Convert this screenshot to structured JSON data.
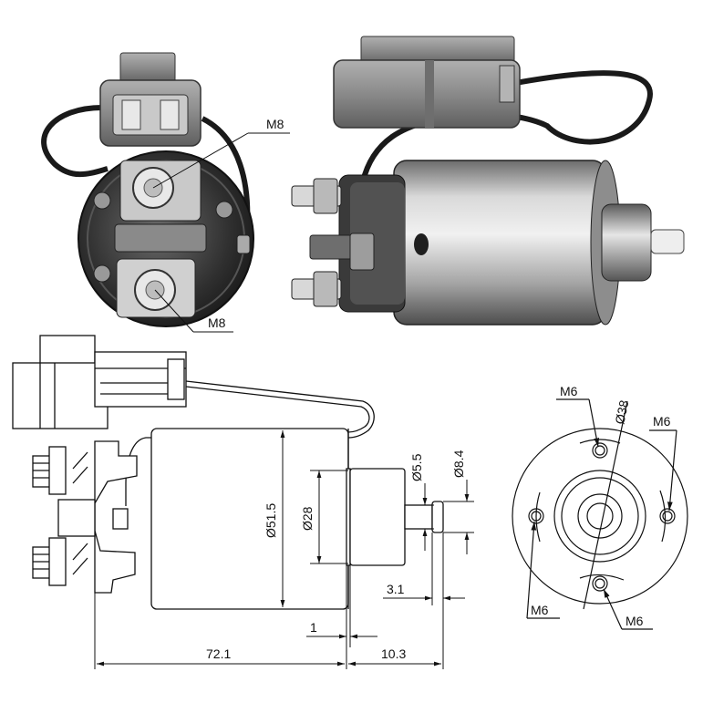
{
  "photo_top_left": {
    "label_top": "M8",
    "label_bottom": "M8"
  },
  "drawing_side": {
    "dia_body": "Ø51.5",
    "dia_bore": "Ø28",
    "dia_plunger": "Ø5.5",
    "dia_tip": "Ø8.4",
    "dim_tip_len": "3.1",
    "dim_flange": "1",
    "dim_length": "72.1",
    "dim_plunger_len": "10.3"
  },
  "drawing_end": {
    "label_top_left": "M6",
    "label_pcd": "Ø38",
    "label_top_right": "M6",
    "label_bottom_left": "M6",
    "label_bottom_right": "M6"
  },
  "colors": {
    "ink": "#111111",
    "metal": "#9c9c9c",
    "shadow": "#3a3a3a",
    "plug": "#8f8f8f"
  }
}
